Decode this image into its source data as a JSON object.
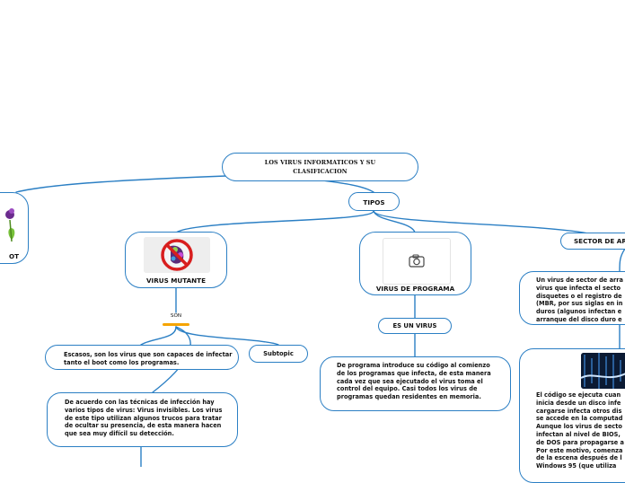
{
  "title": "LOS VIRUS INFORMATICOS Y SU CLASIFICACION",
  "title_lines": [
    "LOS VIRUS INFORMATICOS Y SU",
    "CLASIFICACION"
  ],
  "tipos": "TIPOS",
  "left_partial_label": "OT",
  "mutante": {
    "label": "VIRUS MUTANTE",
    "connector": "SON",
    "items": [
      "Escasos, son los virus que son capaces de infectar tanto el boot como los programas.",
      "Subtopic",
      "De acuerdo con las técnicas de infección hay varios tipos de virus: Virus invisibles. Los virus de este tipo utilizan algunos trucos para tratar de ocultar su presencia, de esta manera hacen que sea muy difícil su detección."
    ]
  },
  "programa": {
    "label": "VIRUS DE PROGRAMA",
    "child_label": "ES UN VIRUS",
    "description": "De programa introduce su código al comienzo de los programas que infecta, de esta manera cada vez que sea ejecutado el virus toma el control del equipo. Casi todos los virus de programas quedan residentes en memoria."
  },
  "sector": {
    "label": "SECTOR DE AR",
    "desc1_lines": [
      "Un virus de sector de arra",
      "virus que infecta el secto",
      "disquetes o el registro de",
      "(MBR, por sus siglas en in",
      "duros (algunos infectan e",
      "arranque del disco duro e"
    ],
    "desc2_lines": [
      "El código se ejecuta cuan",
      "inicia desde un disco infe",
      "cargarse infecta otros dis",
      "se accede en la computad",
      "Aunque los virus de secto",
      "infectan al nivel de BIOS,",
      "de DOS para propagarse a",
      "Por este motivo, comenza",
      "de la escena después de l",
      "Windows 95 (que utiliza"
    ]
  },
  "colors": {
    "line": "#2b7fc4",
    "border": "#2b7fc4",
    "son_bar": "#f5a400",
    "text": "#111111"
  },
  "icons": {
    "mutante_image": "no-virus-sign-image",
    "programa_image": "camera-icon",
    "sector_image": "binary-code-image",
    "left_image": "flower-image"
  }
}
